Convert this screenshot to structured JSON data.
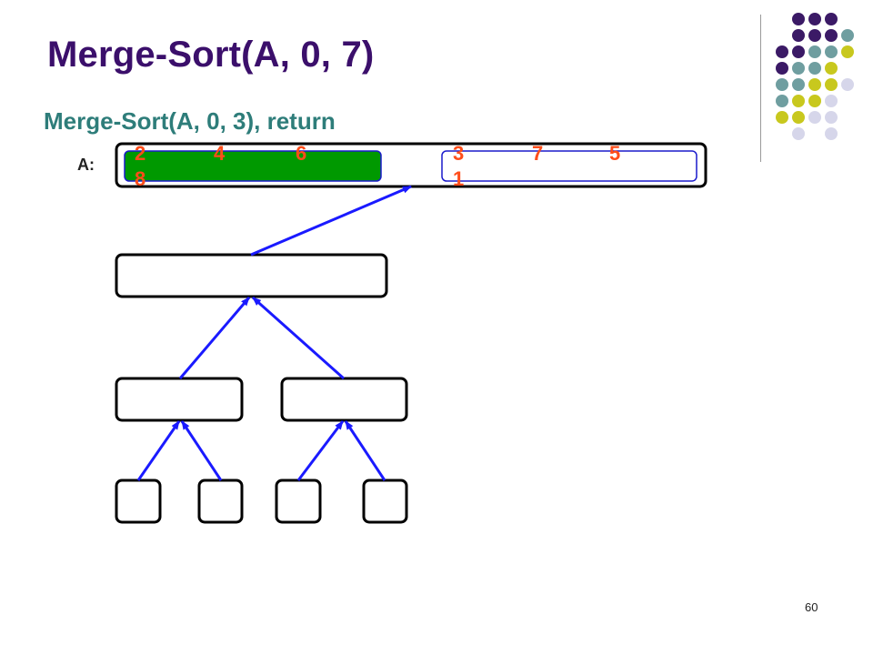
{
  "title": "Merge-Sort(A, 0, 7)",
  "subtitle": "Merge-Sort(A, 0, 3), return",
  "array_label": "A:",
  "left_half": [
    "2",
    "4",
    "6",
    "8"
  ],
  "right_half": [
    "3",
    "7",
    "5",
    "1"
  ],
  "page_number": "60",
  "colors": {
    "title": "#3b0f6b",
    "subtitle": "#2e7d7a",
    "numbers": "#ff4d1a",
    "sorted_fill": "#009900",
    "arrow": "#1a1aff",
    "dot_purple": "#3b1a66",
    "dot_teal": "#6f9ea0",
    "dot_yellow": "#c8c81e",
    "dot_lavender": "#d6d6ea"
  }
}
